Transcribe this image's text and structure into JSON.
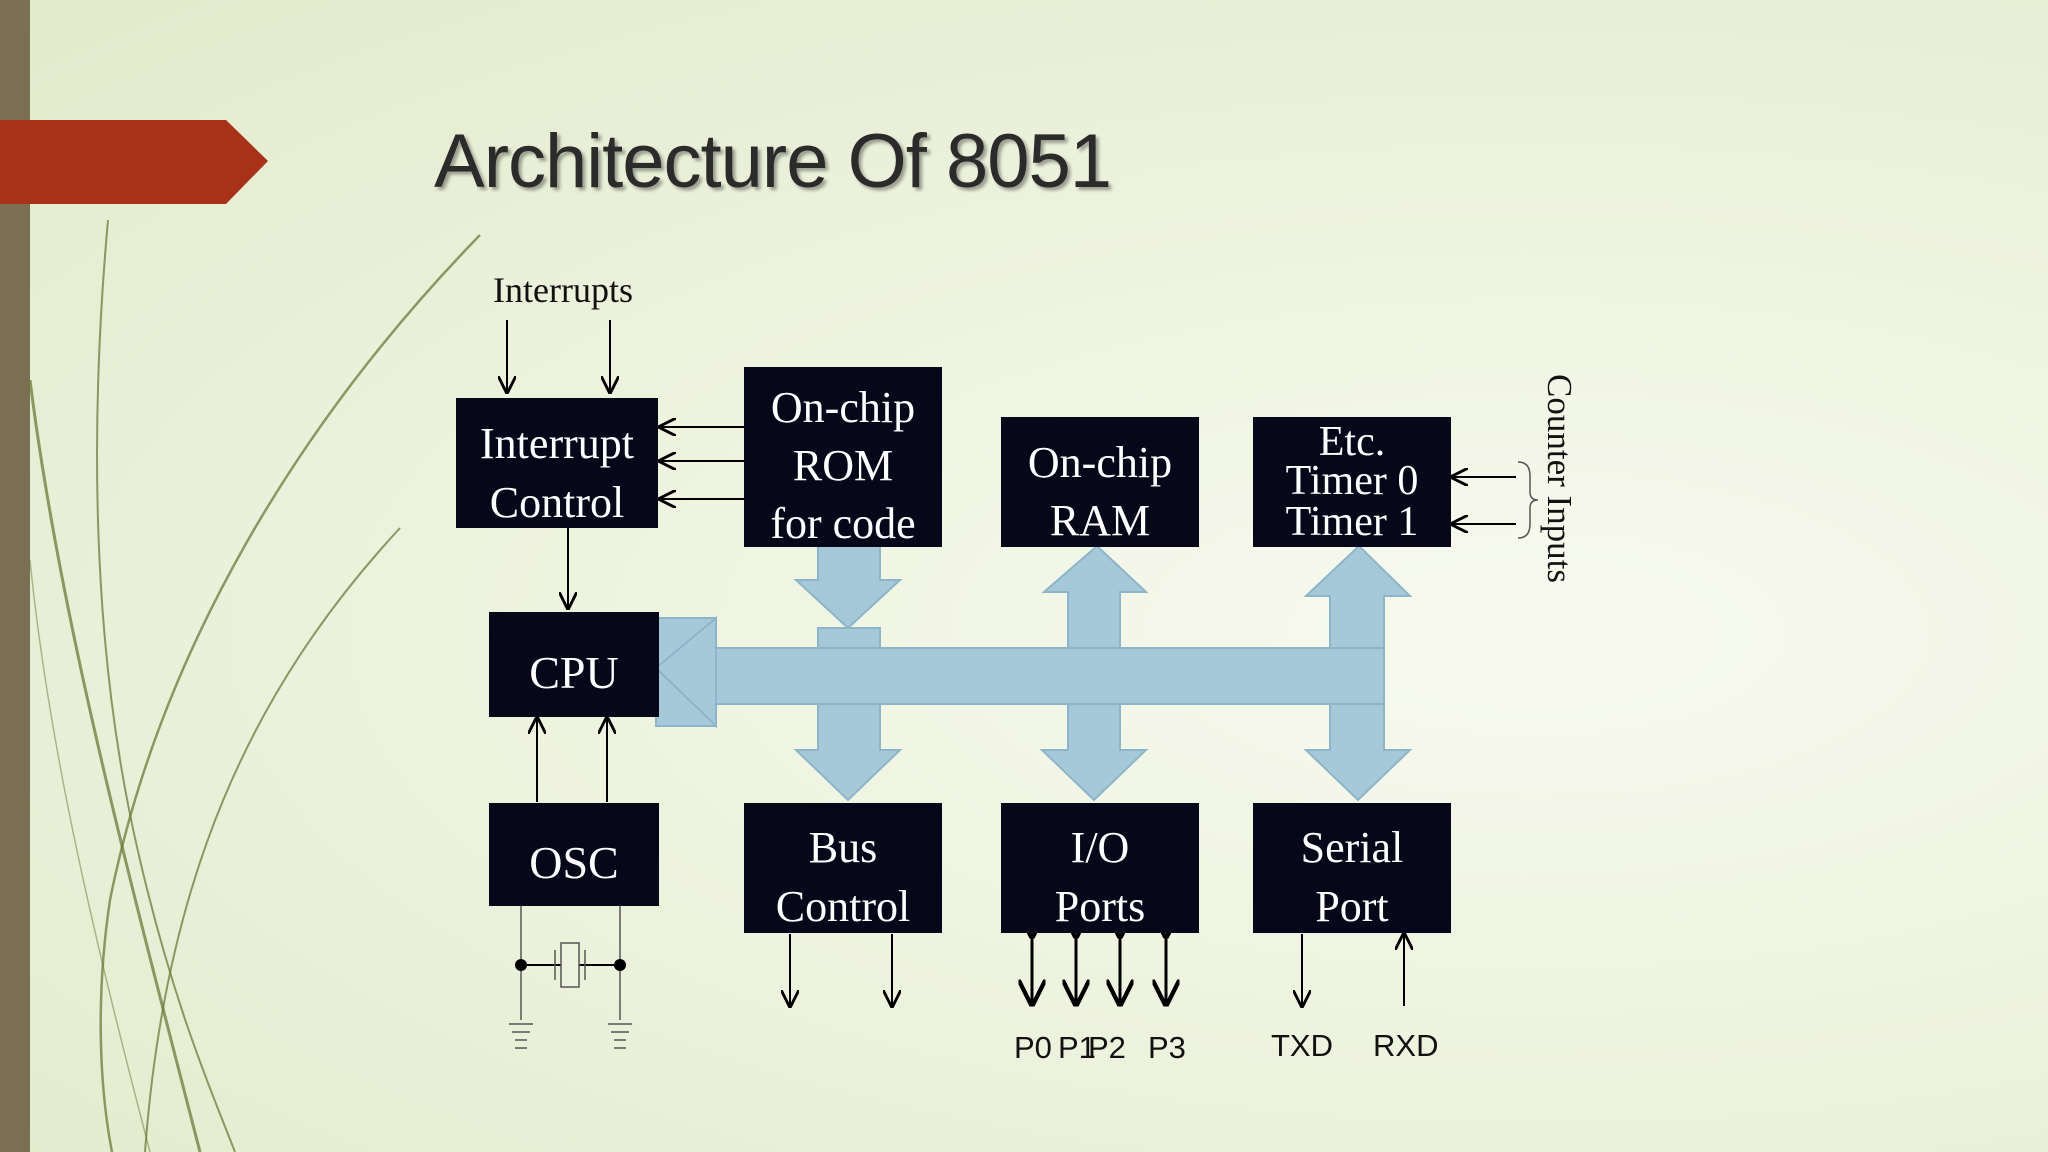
{
  "slide": {
    "title": "Architecture Of 8051",
    "accent_color": "#a83218",
    "sidebar_color": "#7a6f52",
    "bus_color": "#a6c9da",
    "block_color": "#06081a"
  },
  "diagram": {
    "interrupts_label": "Interrupts",
    "counter_inputs_label": "Counter Inputs",
    "blocks": {
      "interrupt_control": [
        "Interrupt",
        "Control"
      ],
      "rom": [
        "On-chip",
        "ROM",
        "for code"
      ],
      "ram": [
        "On-chip",
        "RAM"
      ],
      "timers": [
        "Etc.",
        "Timer 0",
        "Timer 1"
      ],
      "cpu": [
        "CPU"
      ],
      "osc": [
        "OSC"
      ],
      "bus_control": [
        "Bus",
        "Control"
      ],
      "io_ports": [
        "I/O",
        "Ports"
      ],
      "serial_port": [
        "Serial",
        "Port"
      ]
    },
    "port_labels": [
      "P0",
      "P1",
      "P2",
      "P3"
    ],
    "serial_labels": [
      "TXD",
      "RXD"
    ]
  }
}
